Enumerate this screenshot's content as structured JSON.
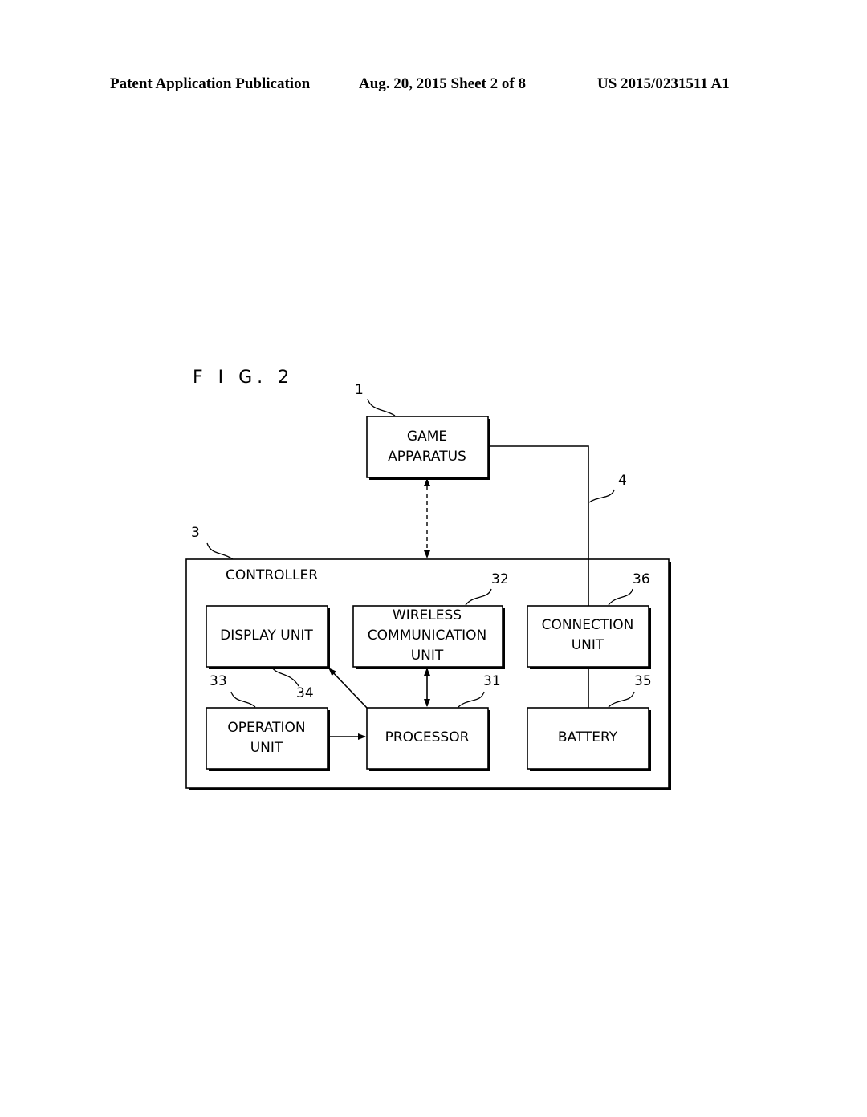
{
  "header": {
    "publication": "Patent Application Publication",
    "date_sheet": "Aug. 20, 2015   Sheet 2 of 8",
    "number": "US 2015/0231511 A1"
  },
  "figure": {
    "label": "F I G. 2"
  },
  "nodes": {
    "game_apparatus": {
      "ref": "1",
      "lines": [
        "GAME",
        "APPARATUS"
      ]
    },
    "controller": {
      "ref": "3",
      "lines": [
        "CONTROLLER"
      ]
    },
    "cable": {
      "ref": "4"
    },
    "wireless": {
      "ref": "32",
      "lines": [
        "WIRELESS",
        "COMMUNICATION",
        "UNIT"
      ]
    },
    "connection": {
      "ref": "36",
      "lines": [
        "CONNECTION",
        "UNIT"
      ]
    },
    "display": {
      "ref": "34",
      "lines": [
        "DISPLAY UNIT"
      ]
    },
    "operation": {
      "ref": "33",
      "lines": [
        "OPERATION",
        "UNIT"
      ]
    },
    "processor": {
      "ref": "31",
      "lines": [
        "PROCESSOR"
      ]
    },
    "battery": {
      "ref": "35",
      "lines": [
        "BATTERY"
      ]
    }
  }
}
